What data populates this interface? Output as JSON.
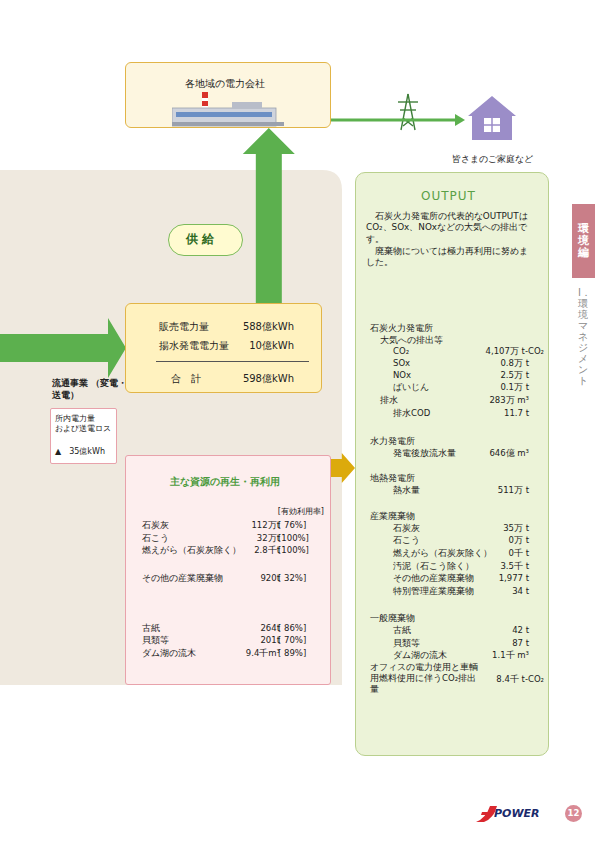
{
  "diagram": {
    "nodes": [
      {
        "text": [
          "各地域の電力会社"
        ]
      },
      {
        "text": [
          "皆さまのご家庭など"
        ]
      },
      {
        "text": [
          "供給"
        ]
      },
      {
        "text": [
          "販売電力量",
          "588億kWh",
          "揚水発電電力量",
          "10億kWh",
          "合　計",
          "598億kWh"
        ]
      },
      {
        "text": [
          "所内電力量 および送電ロス",
          "▲　35億kWh"
        ]
      },
      {
        "text": [
          "主な資源の再生・再利用",
          "[有効利用率]",
          "石炭灰",
          "112万t",
          "[ 76%]",
          "石こう",
          "32万t",
          "[100%]",
          "燃えがら（石炭灰除く）",
          "2.8千t",
          "[100%]",
          "その他の産業廃棄物",
          "920t",
          "[ 32%]",
          "古紙",
          "264t",
          "[ 86%]",
          "貝類等",
          "201t",
          "[ 70%]",
          "ダム湖の流木",
          "9.4千m³",
          "[ 89%]"
        ]
      },
      {
        "text": [
          "OUTPUT",
          "石炭火力発電所の代表的なOUTPUTはCO₂、SOx、NOxなどの大気への排出です。",
          "廃棄物については極力再利用に努めました。",
          "石炭火力発電所",
          "大気への排出等",
          "CO₂",
          "4,107万 t-CO₂",
          "SOx",
          "0.8万 t",
          "NOx",
          "2.5万 t",
          "ばいじん",
          "0.1万 t",
          "排水",
          "283万 m³",
          "排水COD",
          "11.7 t",
          "水力発電所",
          "発電後放流水量",
          "646億 m³",
          "地熱発電所",
          "熱水量",
          "511万 t",
          "産業廃棄物",
          "石炭灰",
          "35万 t",
          "石こう",
          "0万 t",
          "燃えがら（石炭灰除く）",
          "0千 t",
          "汚泥（石こう除く）",
          "3.5千 t",
          "その他の産業廃棄物",
          "1,977 t",
          "特別管理産業廃棄物",
          "34 t",
          "一般廃棄物",
          "古紙",
          "42 t",
          "貝類等",
          "87 t",
          "ダム湖の流木",
          "1.1千 m³",
          "オフィスの電力使用と車輌用燃料使用に伴うCO₂排出量",
          "8.4千 t-CO₂"
        ]
      },
      {
        "text": [
          "環境編"
        ]
      },
      {
        "text": [
          "12"
        ]
      }
    ],
    "edges": [
      {
        "from": 3,
        "to": 0,
        "arrow": "to"
      },
      {
        "from": 0,
        "to": 1,
        "arrow": "to"
      },
      {
        "from": 5,
        "to": 6,
        "arrow": "to"
      }
    ],
    "labels": [
      "流通事業 （変電・送電）",
      "Ⅰ．環境マネジメント",
      "POWER"
    ]
  }
}
